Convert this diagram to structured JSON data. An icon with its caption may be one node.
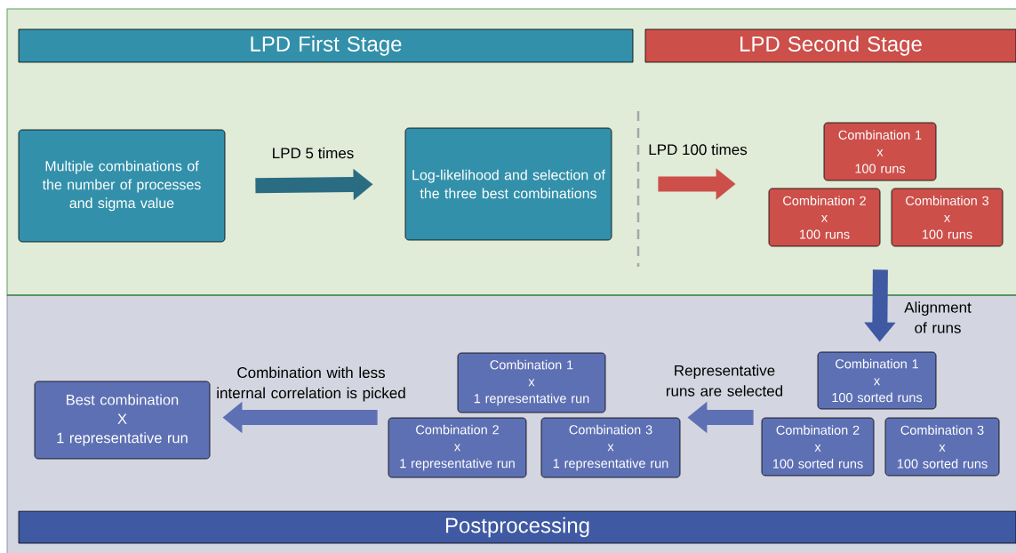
{
  "diagram": {
    "nodes": [
      {
        "text": [
          "LPD First Stage"
        ]
      },
      {
        "text": [
          "LPD Second Stage"
        ]
      },
      {
        "text": [
          "Multiple combinations of the number of processes and sigma value"
        ]
      },
      {
        "text": [
          "Log-likelihood and selection of the three best combinations"
        ]
      },
      {
        "text": [
          "Combination 1",
          "x",
          "100 runs"
        ]
      },
      {
        "text": [
          "Combination 2",
          "x",
          "100 runs"
        ]
      },
      {
        "text": [
          "Combination 3",
          "x",
          "100 runs"
        ]
      },
      {
        "text": [
          "Combination 1",
          "x",
          "100 sorted runs"
        ]
      },
      {
        "text": [
          "Combination 2",
          "x",
          "100 sorted runs"
        ]
      },
      {
        "text": [
          "Combination 3",
          "x",
          "100 sorted runs"
        ]
      },
      {
        "text": [
          "Combination 1",
          "x",
          "1 representative run"
        ]
      },
      {
        "text": [
          "Combination 2",
          "x",
          "1 representative run"
        ]
      },
      {
        "text": [
          "Combination 3",
          "x",
          "1 representative run"
        ]
      },
      {
        "text": [
          "Best combination",
          "X",
          "1 representative run"
        ]
      },
      {
        "text": [
          "Postprocessing"
        ]
      }
    ],
    "edges": [
      {
        "from": 2,
        "to": 3,
        "arrow": "to",
        "label": "LPD 5 times",
        "color": "#2a6c82"
      },
      {
        "from": 3,
        "to": 5,
        "arrow": "to",
        "label": "LPD 100 times",
        "color": "#cc4f4a"
      },
      {
        "from": 5,
        "to": 7,
        "arrow": "to",
        "label": "Alignment of runs",
        "color": "#3f59a3"
      },
      {
        "from": 8,
        "to": 12,
        "arrow": "to",
        "label": "Representative runs are selected"
      },
      {
        "from": 11,
        "to": 13,
        "arrow": "to",
        "label": "Combination with less internal correlation is picked"
      }
    ]
  }
}
